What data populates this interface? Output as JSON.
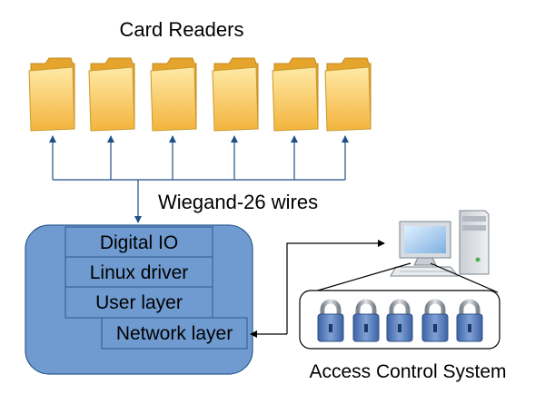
{
  "readers": {
    "title": "Card Readers",
    "count": 6
  },
  "bus": {
    "label": "Wiegand-26 wires"
  },
  "controller": {
    "layers": [
      "Digital IO",
      "Linux driver",
      "User layer",
      "Network layer"
    ]
  },
  "access_system": {
    "label": "Access Control System",
    "lock_count": 5
  },
  "colors": {
    "stroke_blue": "#2b5a8f",
    "controller_fill": "#6f9bd0",
    "layer_fill": "#6f9bd0",
    "folder_fill": "#f6c453",
    "folder_edge": "#c99a2a",
    "lock_body": "#5d80bd",
    "lock_shackle": "#aab0b8",
    "lock_panel": "#eef0f6",
    "monitor_screen": "#a6c8ea"
  }
}
